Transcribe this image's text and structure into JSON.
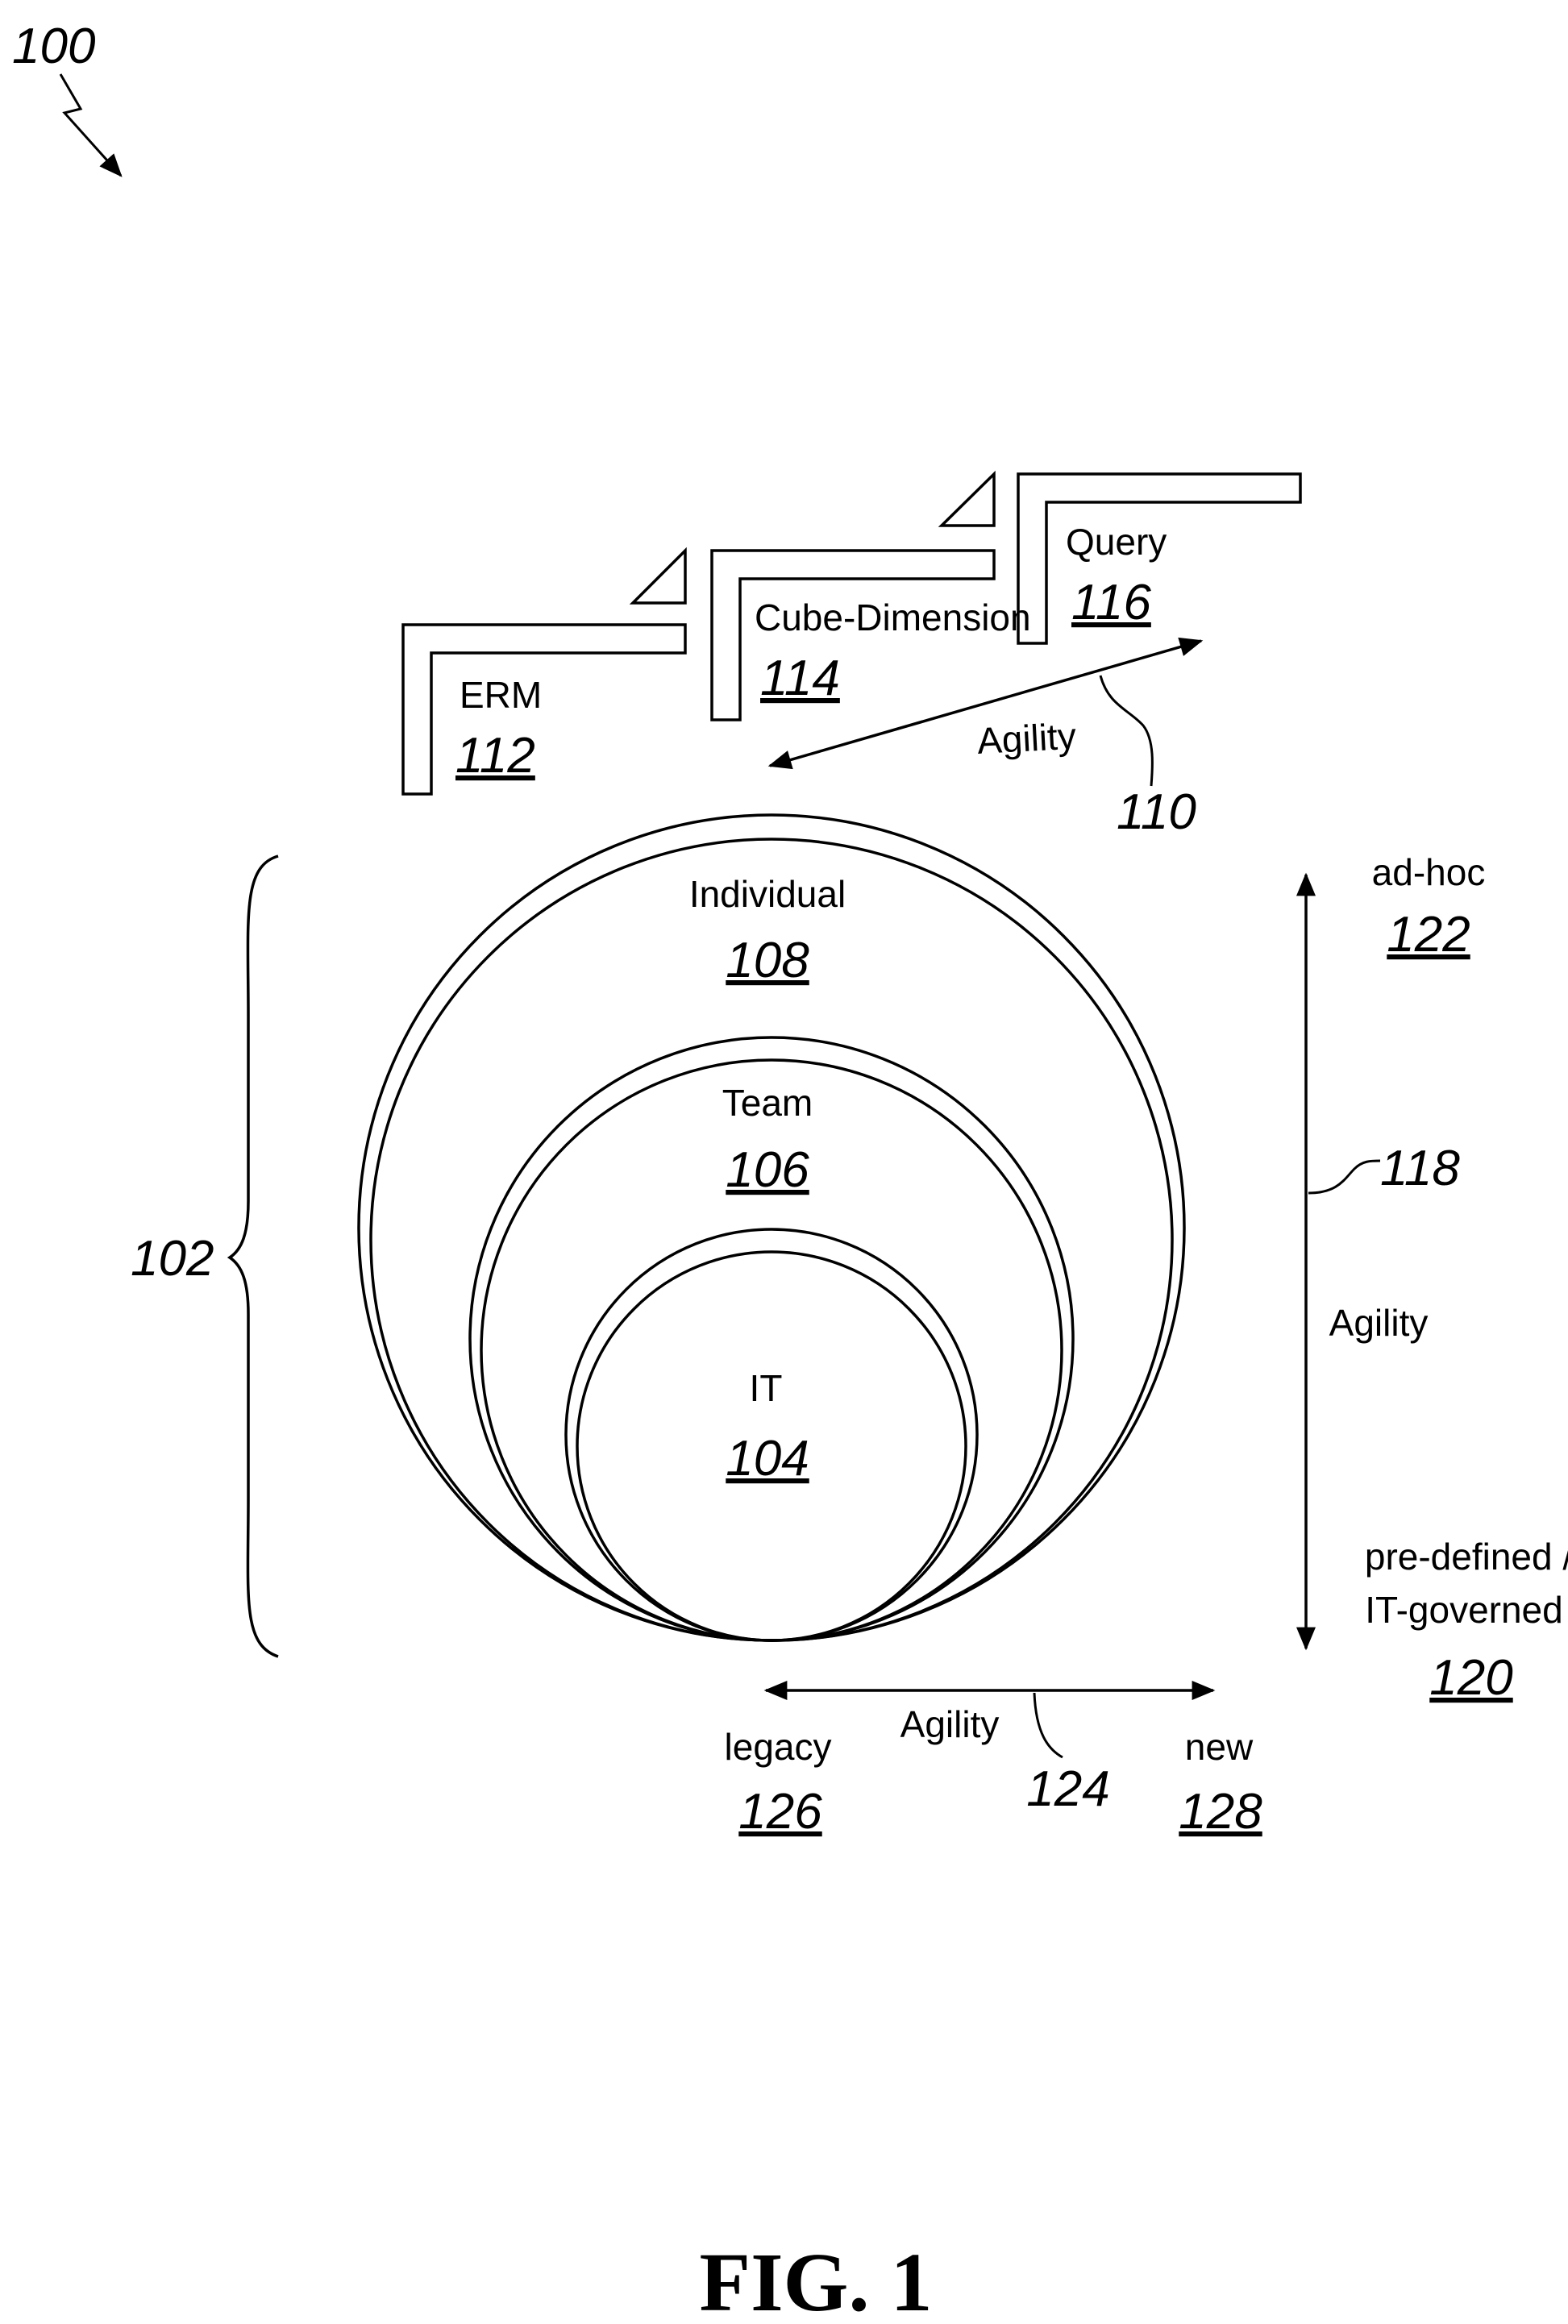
{
  "figure": {
    "ref": "100",
    "caption": "FIG. 1"
  },
  "circles": {
    "individual": {
      "label": "Individual",
      "ref": "108"
    },
    "team": {
      "label": "Team",
      "ref": "106"
    },
    "it": {
      "label": "IT",
      "ref": "104"
    },
    "group_ref": "102"
  },
  "layers": {
    "erm": {
      "label": "ERM",
      "ref": "112"
    },
    "cube": {
      "label": "Cube-Dimension",
      "ref": "114"
    },
    "query": {
      "label": "Query",
      "ref": "116"
    },
    "agility_label": "Agility",
    "agility_ref": "110"
  },
  "vertical_axis": {
    "top_label": "ad-hoc",
    "top_ref": "122",
    "bottom_label_line1": "pre-defined /",
    "bottom_label_line2": "IT-governed",
    "bottom_ref": "120",
    "agility_label": "Agility",
    "axis_ref": "118"
  },
  "horizontal_axis": {
    "left_label": "legacy",
    "left_ref": "126",
    "right_label": "new",
    "right_ref": "128",
    "agility_label": "Agility",
    "axis_ref": "124"
  }
}
